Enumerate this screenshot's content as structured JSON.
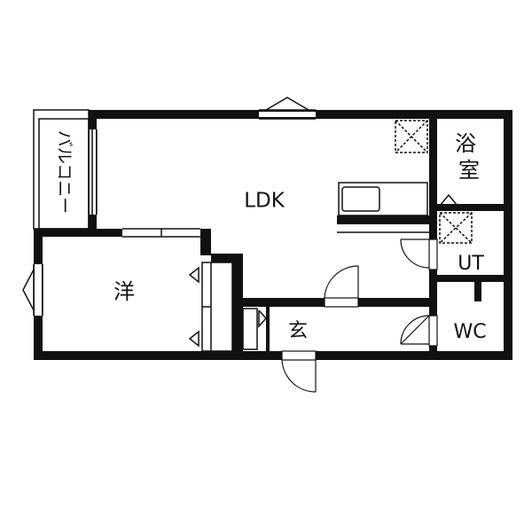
{
  "floor_plan": {
    "rooms": {
      "ldk": "LDK",
      "western_room": "洋",
      "bath": "浴室",
      "utility": "UT",
      "toilet": "WC",
      "entrance": "玄",
      "balcony": "バルコニー"
    }
  }
}
